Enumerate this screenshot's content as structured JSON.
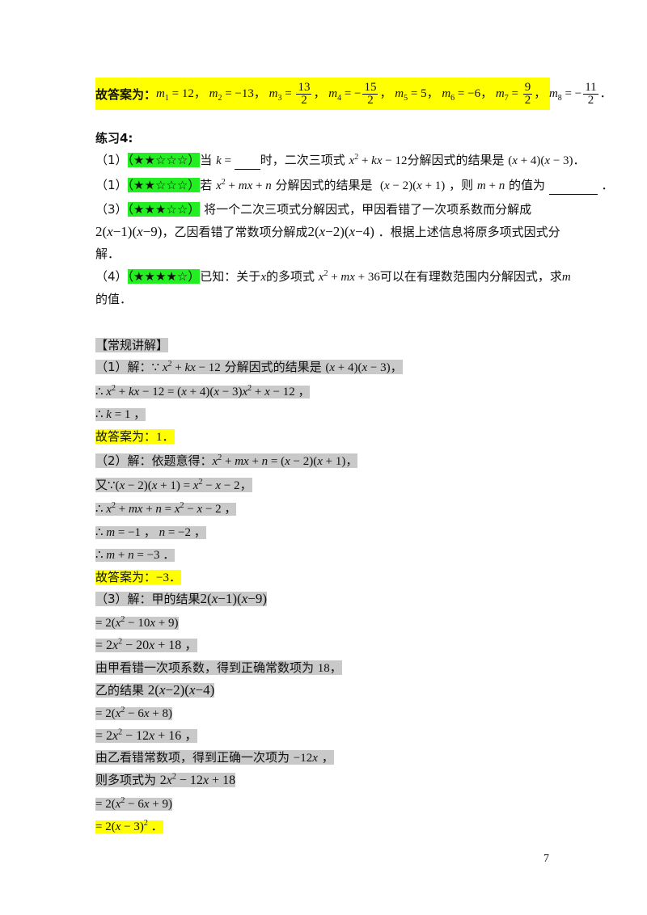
{
  "answer_line": {
    "prefix": "故答案为：",
    "m1": "12",
    "m2": "−13",
    "m3_num": "13",
    "m3_den": "2",
    "m4_num": "15",
    "m4_den": "2",
    "m5": "5",
    "m6": "−6",
    "m7_num": "9",
    "m7_den": "2",
    "m8_num": "11",
    "m8_den": "2"
  },
  "exercise": {
    "title": "练习4:",
    "q1": {
      "num": "（1）",
      "stars": "（★★☆☆☆）",
      "t1": "当",
      "t2": "时，二次三项式",
      "t3": "分解因式的结果是"
    },
    "q1b": {
      "num": "（1）",
      "stars": "（★★☆☆☆）",
      "t1": "若",
      "t2": "分解因式的结果是",
      "t3": "，则",
      "t4": "的值为"
    },
    "q3": {
      "num": "（3）",
      "stars": "（★★★☆☆）",
      "t1": "将一个二次三项式分解因式，甲因看错了一次项系数而分解成",
      "t2": "，乙因看错了常数项分解成",
      "t3": "．根据上述信息将原多项式因式分",
      "t4": "解．"
    },
    "q4": {
      "num": "（4）",
      "stars": "（★★★★☆）",
      "t1": "已知：关于",
      "t2": "的多项式",
      "t3": "可以在有理数范围内分解因式，求",
      "t4": "的值．"
    }
  },
  "solution": {
    "header": "【常规讲解】",
    "s1_label": "（1）解：",
    "s1_t1": "分解因式的结果是",
    "ans_prefix": "故答案为：",
    "ans1": "1",
    "s2_label": "（2）解：依题意得：",
    "s2_you": "又",
    "ans2": "−3",
    "s3_label": "（3）解：甲的结果",
    "s3_t1": "由甲看错一次项系数，得到正确常数项为",
    "s3_const": "18",
    "s3_t2": "乙的结果",
    "s3_t3": "由乙看错常数项，得到正确一次项为",
    "s3_t4": "则多项式为"
  },
  "page_number": "7"
}
